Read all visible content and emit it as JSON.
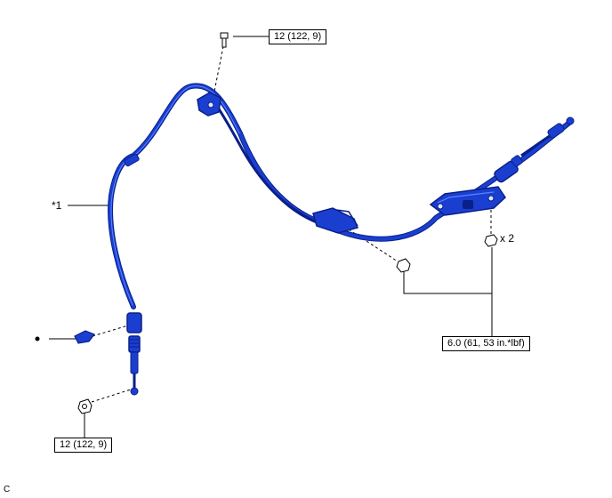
{
  "labels": {
    "torque_top": "12 (122, 9)",
    "torque_bottom": "12 (122, 9)",
    "torque_right": "6.0 (61, 53 in.*lbf)",
    "part_star1": "*1",
    "qty": "x 2",
    "corner": "C"
  },
  "colors": {
    "cable": "#1a3fd0",
    "cable_dark": "#0a1f8a",
    "cable_light": "#4a74ff",
    "line": "#000000"
  }
}
